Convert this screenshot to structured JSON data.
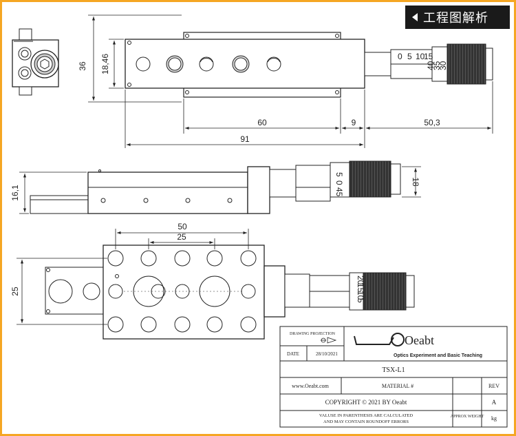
{
  "header": {
    "title": "工程图解析"
  },
  "dimensions": {
    "top_height": "36",
    "top_inner_height": "18,46",
    "top_len_60": "60",
    "top_len_9": "9",
    "top_len_50_3": "50,3",
    "top_len_91": "91",
    "side_height": "16,1",
    "side_height_18": "18",
    "bottom_50": "50",
    "bottom_25": "25",
    "bottom_height_25": "25"
  },
  "micrometer": {
    "top_scale": [
      "0",
      "5",
      "10",
      "15",
      "40",
      "35",
      "30"
    ],
    "side_scale": [
      "5",
      "0",
      "45"
    ],
    "bottom_scale": [
      "20",
      "15",
      "10",
      "5"
    ]
  },
  "title_block": {
    "drawing_projection": "DRAWING PROJECTION",
    "date_label": "DATE",
    "date_value": "28/10/2021",
    "logo_text": "Oeabt",
    "logo_subtitle": "Optics Experiment and Basic Teaching",
    "part_name": "TSX-L1",
    "website": "www.Oeabt.com",
    "material_label": "MATERIAL #",
    "rev_label": "REV",
    "rev_value": "A",
    "copyright": "COPYRIGHT © 2021 BY Oeabt",
    "note_line1": "VALUSE IN PARENTHESIS ARE CALCULATED",
    "note_line2": "AND MAY CONTAIN ROUNDOFF ERRORS",
    "approx_label": "APPROX WEIGHT",
    "weight_unit": "kg"
  }
}
